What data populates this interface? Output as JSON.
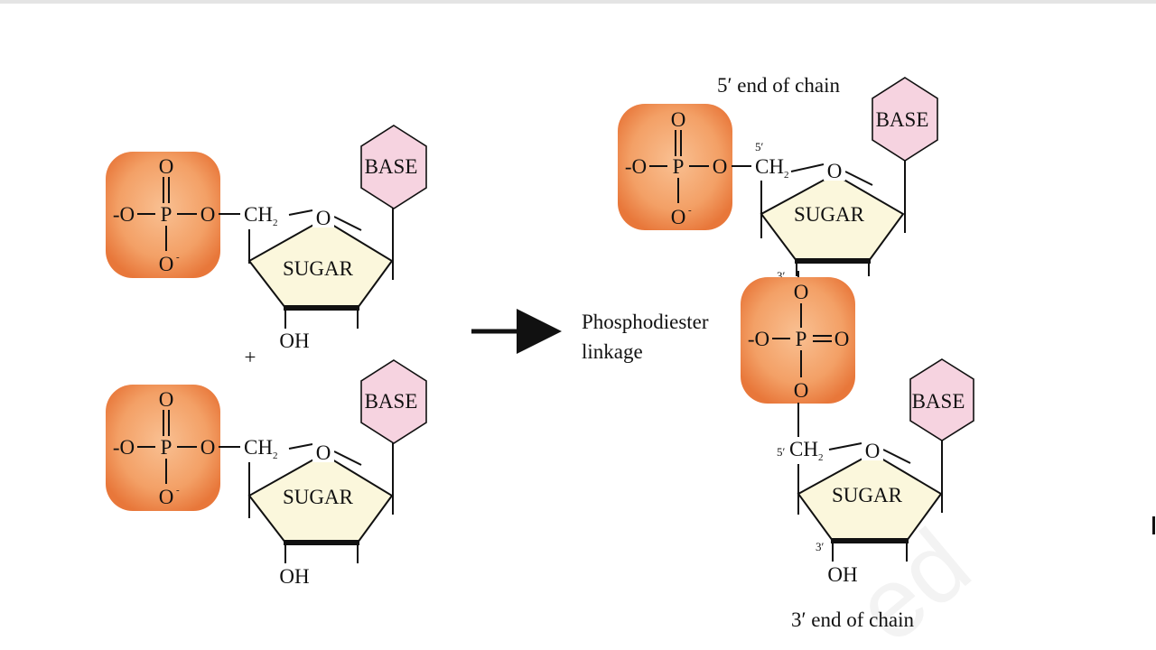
{
  "colors": {
    "phosphate_center": "#f7b57e",
    "phosphate_edge": "#e8773a",
    "base_fill": "#f6d3e0",
    "sugar_fill": "#fbf7dc",
    "ink": "#111111"
  },
  "phosphate": {
    "oxygen": "O",
    "phosphorus": "P",
    "ester_oxygen": "-O",
    "negative": "-"
  },
  "sugar": {
    "label": "SUGAR",
    "ring_oxygen": "O"
  },
  "base": {
    "label": "BASE"
  },
  "ch2": {
    "main": "CH",
    "sub": "2"
  },
  "hydroxyl": "OH",
  "plus": "+",
  "linkage": {
    "line1": "Phosphodiester",
    "line2": "linkage"
  },
  "five_prime_label": "5′ end of chain",
  "three_prime_label": "3′ end of chain",
  "prime_5": "5′",
  "prime_3": "3′",
  "watermark": "ed"
}
